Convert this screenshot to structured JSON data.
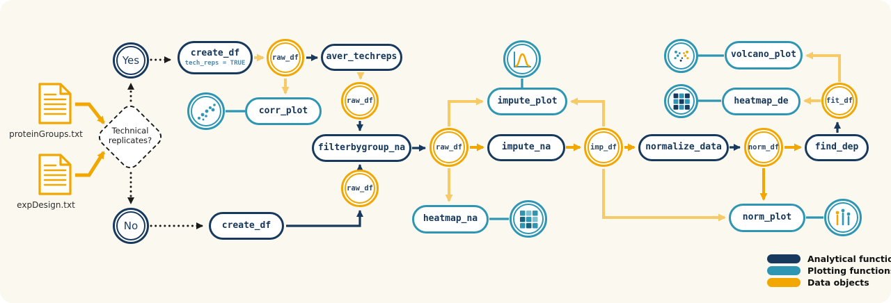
{
  "colors": {
    "navy": "#17395D",
    "teal": "#2E96B2",
    "yellow": "#F2A600",
    "yellow_light": "#F7CA68",
    "background": "#FAF8EF"
  },
  "files": {
    "protein_groups": "proteinGroups.txt",
    "exp_design": "expDesign.txt"
  },
  "decision": {
    "question_line1": "Technical",
    "question_line2": "replicates?",
    "yes_label": "Yes",
    "no_label": "No"
  },
  "functions": {
    "create_df_top": {
      "label": "create_df",
      "sub": "tech_reps = TRUE"
    },
    "aver_techreps": "aver_techreps",
    "corr_plot": "corr_plot",
    "filterbygroup_na": "filterbygroup_na",
    "create_df_bottom": "create_df",
    "impute_na": "impute_na",
    "impute_plot": "impute_plot",
    "heatmap_na": "heatmap_na",
    "normalize_data": "normalize_data",
    "find_dep": "find_dep",
    "volcano_plot": "volcano_plot",
    "heatmap_de": "heatmap_de",
    "norm_plot": "norm_plot"
  },
  "data_objects": {
    "raw_df_1": "raw_df",
    "raw_df_2": "raw_df",
    "raw_df_3": "raw_df",
    "raw_df_4": "raw_df",
    "imp_df": "imp_df",
    "norm_df": "norm_df",
    "fit_df": "fit_df"
  },
  "icons": {
    "corr_plot_icon": "scatter-plot",
    "impute_plot_icon": "density-curve",
    "heatmap_na_icon": "heatmap-grid",
    "volcano_plot_icon": "volcano-scatter",
    "heatmap_de_icon": "heatmap-grid",
    "norm_plot_icon": "distribution-plot",
    "file_icon": "document"
  },
  "legend": {
    "items": [
      {
        "label": "Analytical functions",
        "color": "#17395D"
      },
      {
        "label": "Plotting functions",
        "color": "#2E96B2"
      },
      {
        "label": "Data objects",
        "color": "#F2A600"
      }
    ]
  }
}
